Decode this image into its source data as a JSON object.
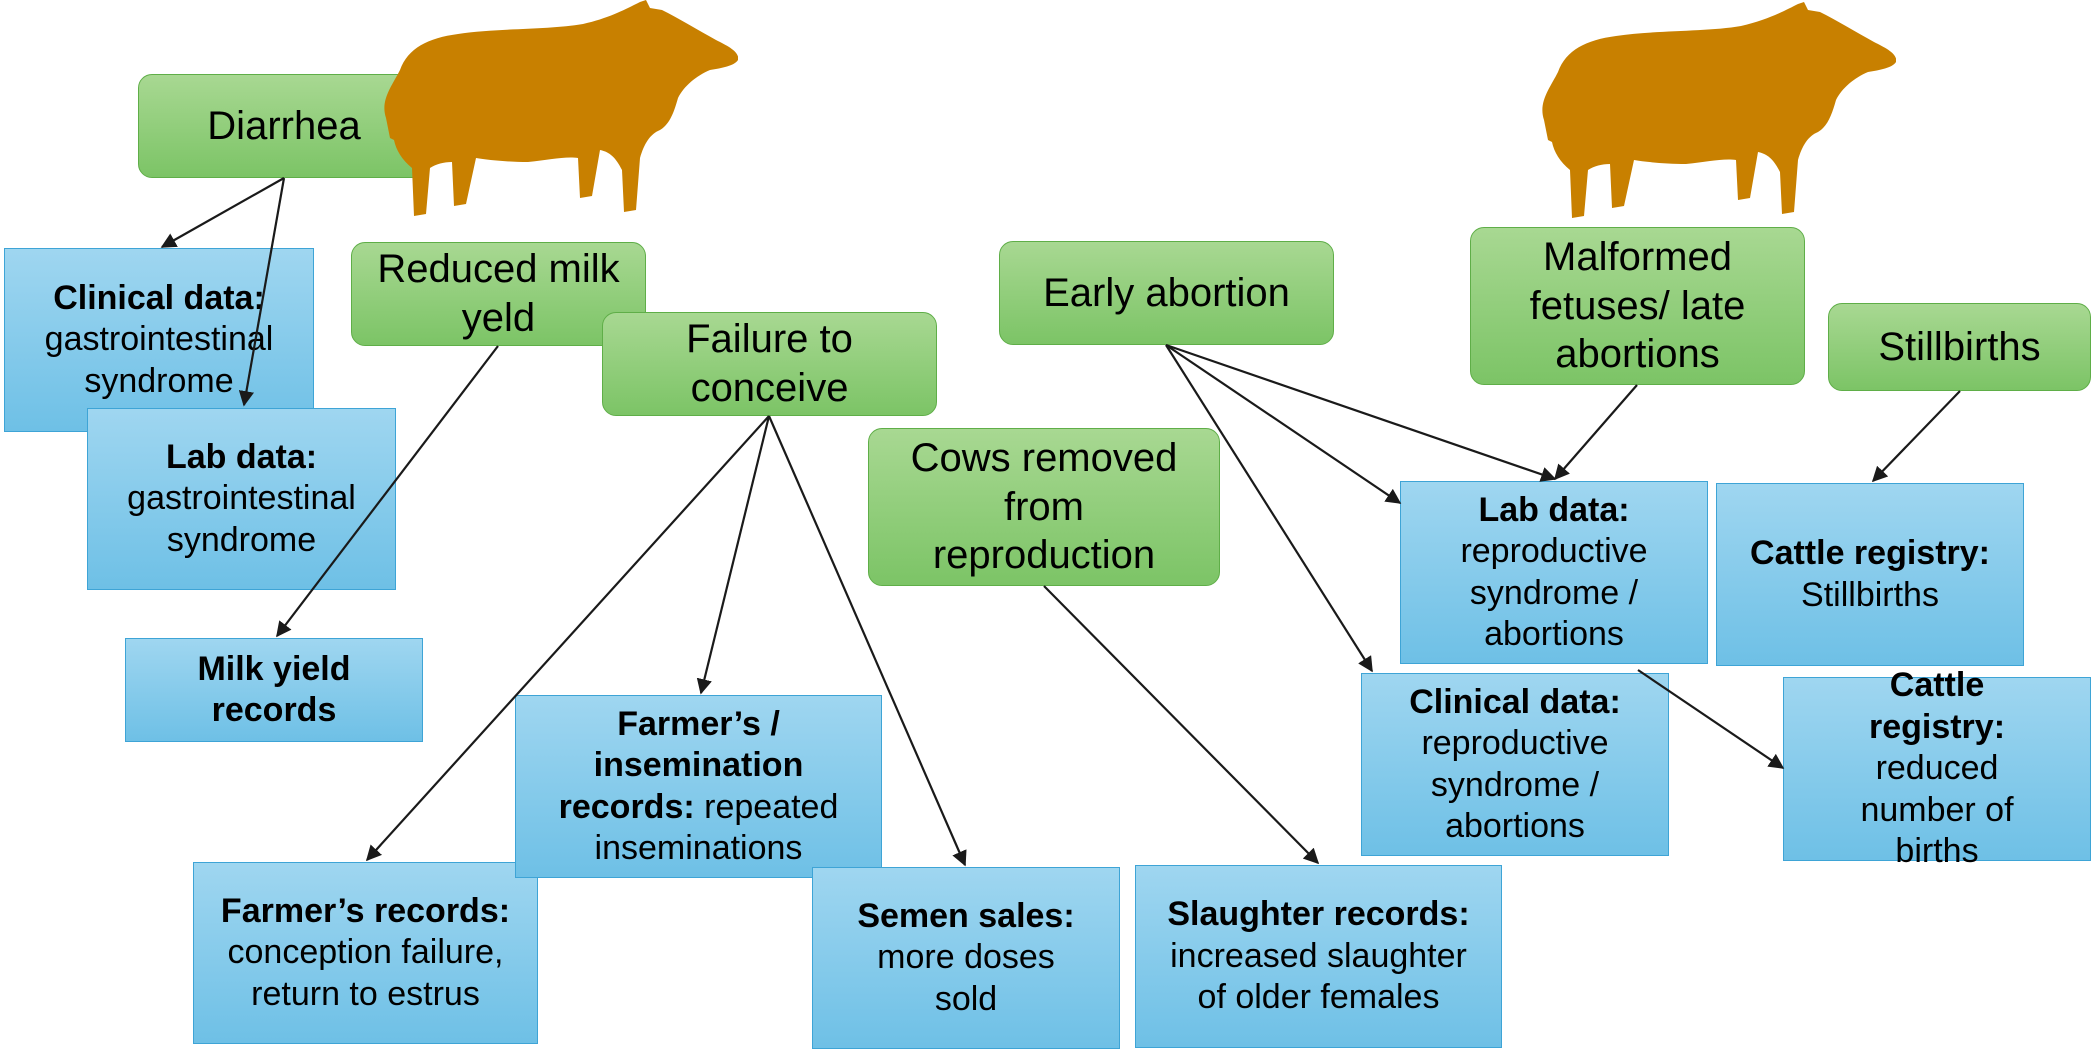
{
  "symptoms": {
    "diarrhea": "Diarrhea",
    "reduced_milk": "Reduced milk yeld",
    "failure_conceive": "Failure to conceive",
    "early_abortion": "Early abortion",
    "malformed": "Malformed fetuses/ late abortions",
    "stillbirths": "Stillbirths",
    "cows_removed": "Cows removed from reproduction"
  },
  "data_sources": {
    "clinical_gi": {
      "head": "Clinical data:",
      "body": "gastrointestinal syndrome"
    },
    "lab_gi": {
      "head": "Lab data:",
      "body": "gastrointestinal syndrome"
    },
    "milk_yield": {
      "head": "Milk yield records",
      "body": ""
    },
    "farmer_records": {
      "head": "Farmer’s records:",
      "body": "conception failure, return to estrus"
    },
    "insemination_records": {
      "head": "Farmer’s / insemination records:",
      "body": "repeated inseminations"
    },
    "semen_sales": {
      "head": "Semen sales:",
      "body": "more doses sold"
    },
    "slaughter_records": {
      "head": "Slaughter records:",
      "body": "increased slaughter of older females"
    },
    "lab_repro": {
      "head": "Lab data:",
      "body": "reproductive syndrome / abortions"
    },
    "clinical_repro": {
      "head": "Clinical data:",
      "body": "reproductive syndrome / abortions"
    },
    "registry_stillbirths": {
      "head": "Cattle registry:",
      "body": "Stillbirths"
    },
    "registry_births": {
      "head": "Cattle registry:",
      "body": "reduced number of births"
    }
  },
  "icons": {
    "cow_left": "cow-silhouette-icon",
    "cow_right": "cow-silhouette-icon"
  },
  "colors": {
    "symptom_fill": "#8fce78",
    "data_fill": "#85cbec",
    "cow": "#c88000",
    "arrow": "#1a1a1a"
  }
}
